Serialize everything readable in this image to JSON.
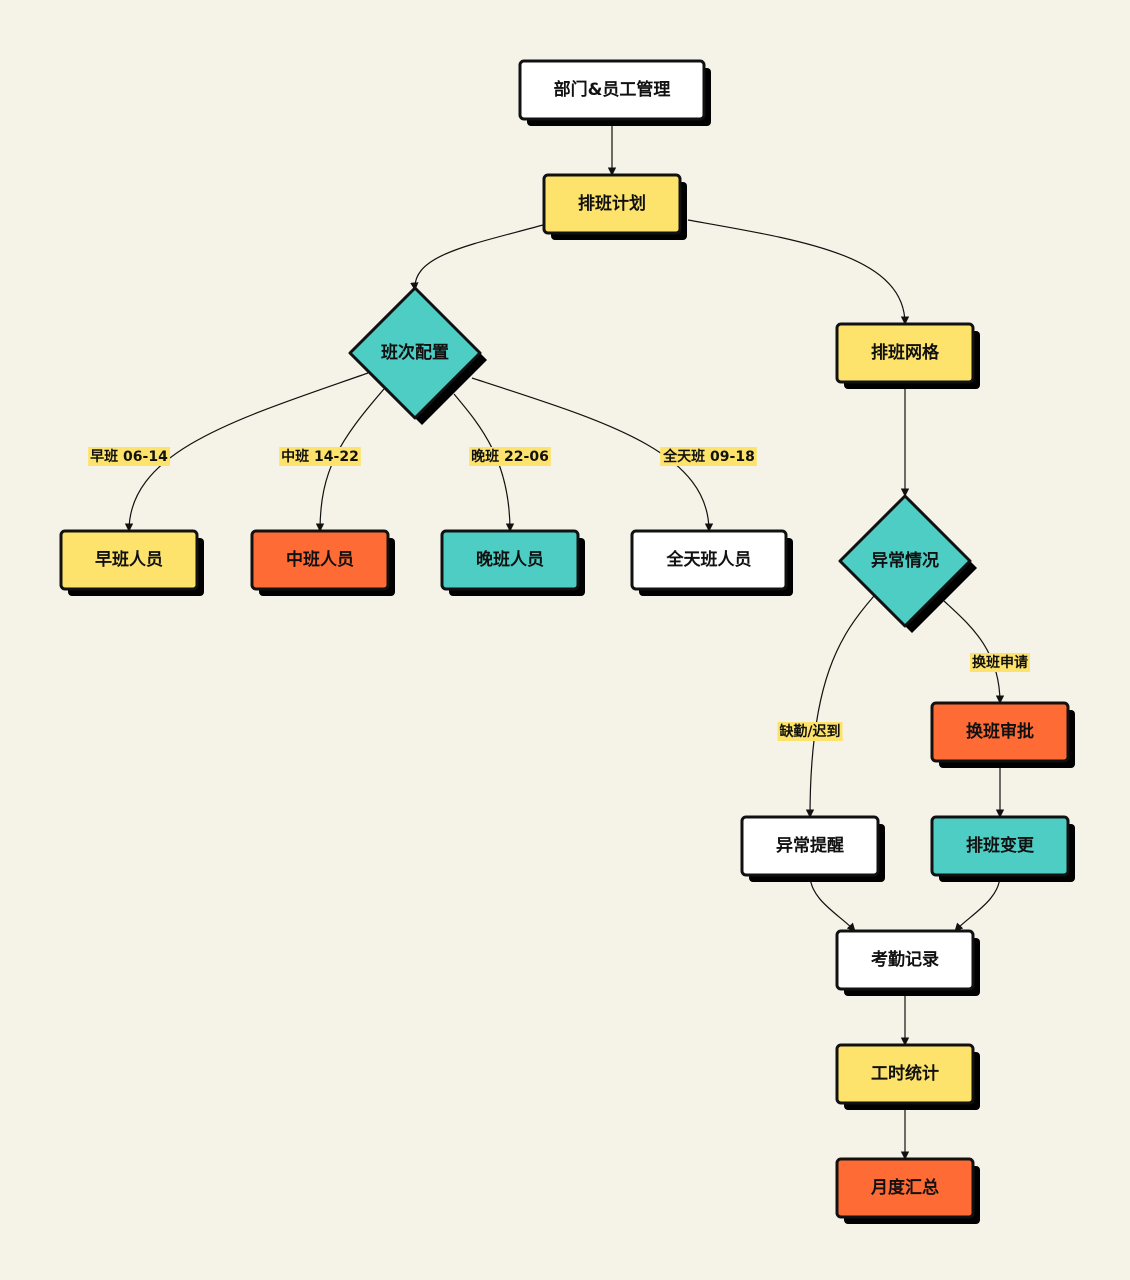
{
  "palette": {
    "background": "#f5f3e8",
    "white": "#ffffff",
    "yellow": "#fde36b",
    "orange": "#ff6b35",
    "teal": "#4ecdc4",
    "stroke": "#111111",
    "label_bg": "#fde36b"
  },
  "nodes": {
    "dept": {
      "label": "部门&员工管理",
      "fill": "white",
      "shape": "box"
    },
    "plan": {
      "label": "排班计划",
      "fill": "yellow",
      "shape": "box"
    },
    "shiftcfg": {
      "label": "班次配置",
      "fill": "teal",
      "shape": "diamond"
    },
    "grid": {
      "label": "排班网格",
      "fill": "yellow",
      "shape": "box"
    },
    "early": {
      "label": "早班人员",
      "fill": "yellow",
      "shape": "box"
    },
    "mid": {
      "label": "中班人员",
      "fill": "orange",
      "shape": "box"
    },
    "night": {
      "label": "晚班人员",
      "fill": "teal",
      "shape": "box"
    },
    "fullday": {
      "label": "全天班人员",
      "fill": "white",
      "shape": "box"
    },
    "exception": {
      "label": "异常情况",
      "fill": "teal",
      "shape": "diamond"
    },
    "swapapprove": {
      "label": "换班审批",
      "fill": "orange",
      "shape": "box"
    },
    "alert": {
      "label": "异常提醒",
      "fill": "white",
      "shape": "box"
    },
    "change": {
      "label": "排班变更",
      "fill": "teal",
      "shape": "box"
    },
    "attendance": {
      "label": "考勤记录",
      "fill": "white",
      "shape": "box"
    },
    "hours": {
      "label": "工时统计",
      "fill": "yellow",
      "shape": "box"
    },
    "monthly": {
      "label": "月度汇总",
      "fill": "orange",
      "shape": "box"
    }
  },
  "edges": [
    {
      "from": "dept",
      "to": "plan",
      "label": ""
    },
    {
      "from": "plan",
      "to": "shiftcfg",
      "label": ""
    },
    {
      "from": "plan",
      "to": "grid",
      "label": ""
    },
    {
      "from": "shiftcfg",
      "to": "early",
      "label": "早班 06-14"
    },
    {
      "from": "shiftcfg",
      "to": "mid",
      "label": "中班 14-22"
    },
    {
      "from": "shiftcfg",
      "to": "night",
      "label": "晚班 22-06"
    },
    {
      "from": "shiftcfg",
      "to": "fullday",
      "label": "全天班 09-18"
    },
    {
      "from": "grid",
      "to": "exception",
      "label": ""
    },
    {
      "from": "exception",
      "to": "alert",
      "label": "缺勤/迟到"
    },
    {
      "from": "exception",
      "to": "swapapprove",
      "label": "换班申请"
    },
    {
      "from": "swapapprove",
      "to": "change",
      "label": ""
    },
    {
      "from": "alert",
      "to": "attendance",
      "label": ""
    },
    {
      "from": "change",
      "to": "attendance",
      "label": ""
    },
    {
      "from": "attendance",
      "to": "hours",
      "label": ""
    },
    {
      "from": "hours",
      "to": "monthly",
      "label": ""
    }
  ]
}
